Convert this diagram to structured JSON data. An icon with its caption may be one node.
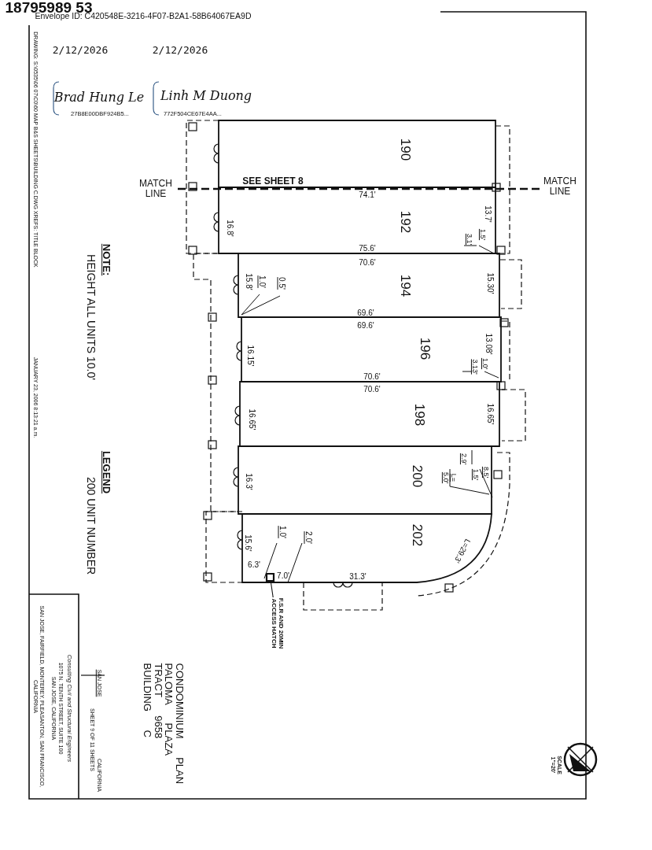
{
  "diagram": {
    "title": "CONDOMINIUM PLAN PALOMA PLAZA TRACT 9658 BUILDING C",
    "nodes": [
      {
        "text": [
          "190"
        ]
      },
      {
        "text": [
          "192"
        ]
      },
      {
        "text": [
          "194"
        ]
      },
      {
        "text": [
          "196"
        ]
      },
      {
        "text": [
          "198"
        ]
      },
      {
        "text": [
          "200"
        ]
      },
      {
        "text": [
          "202"
        ]
      },
      {
        "text": [
          "F.S.R AND 20MIN ACCESS HATCH"
        ]
      },
      {
        "text": [],
        "shape": "box",
        "in": 6
      }
    ],
    "edges": [
      {
        "from": 7,
        "to": 8,
        "arrow": "none"
      }
    ],
    "labels": [
      "18795989 53",
      "Envelope ID: C420548E-3216-4F07-B2A1-58B64067EA9D",
      "DRAWING: S:\\0535\\06 07\\C0\\60 MAP B&S SHEETS\\BUILDING C.DWG XREFS: TITLE BLOCK",
      "JANUARY 23, 2006 8:13:21 a.m.",
      "2/12/2026",
      "2/12/2026",
      "Brad Hung Le",
      "27B8E00DBF924B5...",
      "Linh M Duong",
      "772F504CE67E4AA...",
      "MATCH LINE",
      "SEE SHEET 8",
      "MATCH LINE",
      "NOTE:",
      "HEIGHT ALL UNITS 10.0'",
      "16.8'",
      "74.1'",
      "13.7'",
      "1.5'",
      "3.1'",
      "75.6'",
      "70.6'",
      "15.8'",
      "1.0'",
      "0.5'",
      "15.30'",
      "69.6'",
      "69.6'",
      "16.15'",
      "13.08'",
      "1.0'",
      "3.13'",
      "70.6'",
      "70.6'",
      "16.65'",
      "16.65'",
      "2.9'",
      "8.5'",
      "1.5'",
      "L= 5.0'",
      "16.3'",
      "1.0'",
      "2.0'",
      "15.6'",
      "6.3'",
      "7.0'",
      "31.3'",
      "L=29.3'",
      "LEGEND",
      "200 UNIT NUMBER",
      "Consulting Civil and Structural Engineers",
      "1075 N. TENTH STREET, SUITE 100",
      "SAN JOSE, CALIFORNIA",
      "SAN JOSE, FAIRFIELD, MONTEREY, PLEASANTON, SAN FRANCISCO, CALIFORNIA",
      "SAN JOSE",
      "CALIFORNIA",
      "SHEET 9 OF 11 SHEETS",
      "SCALE 1\"=20'"
    ]
  }
}
